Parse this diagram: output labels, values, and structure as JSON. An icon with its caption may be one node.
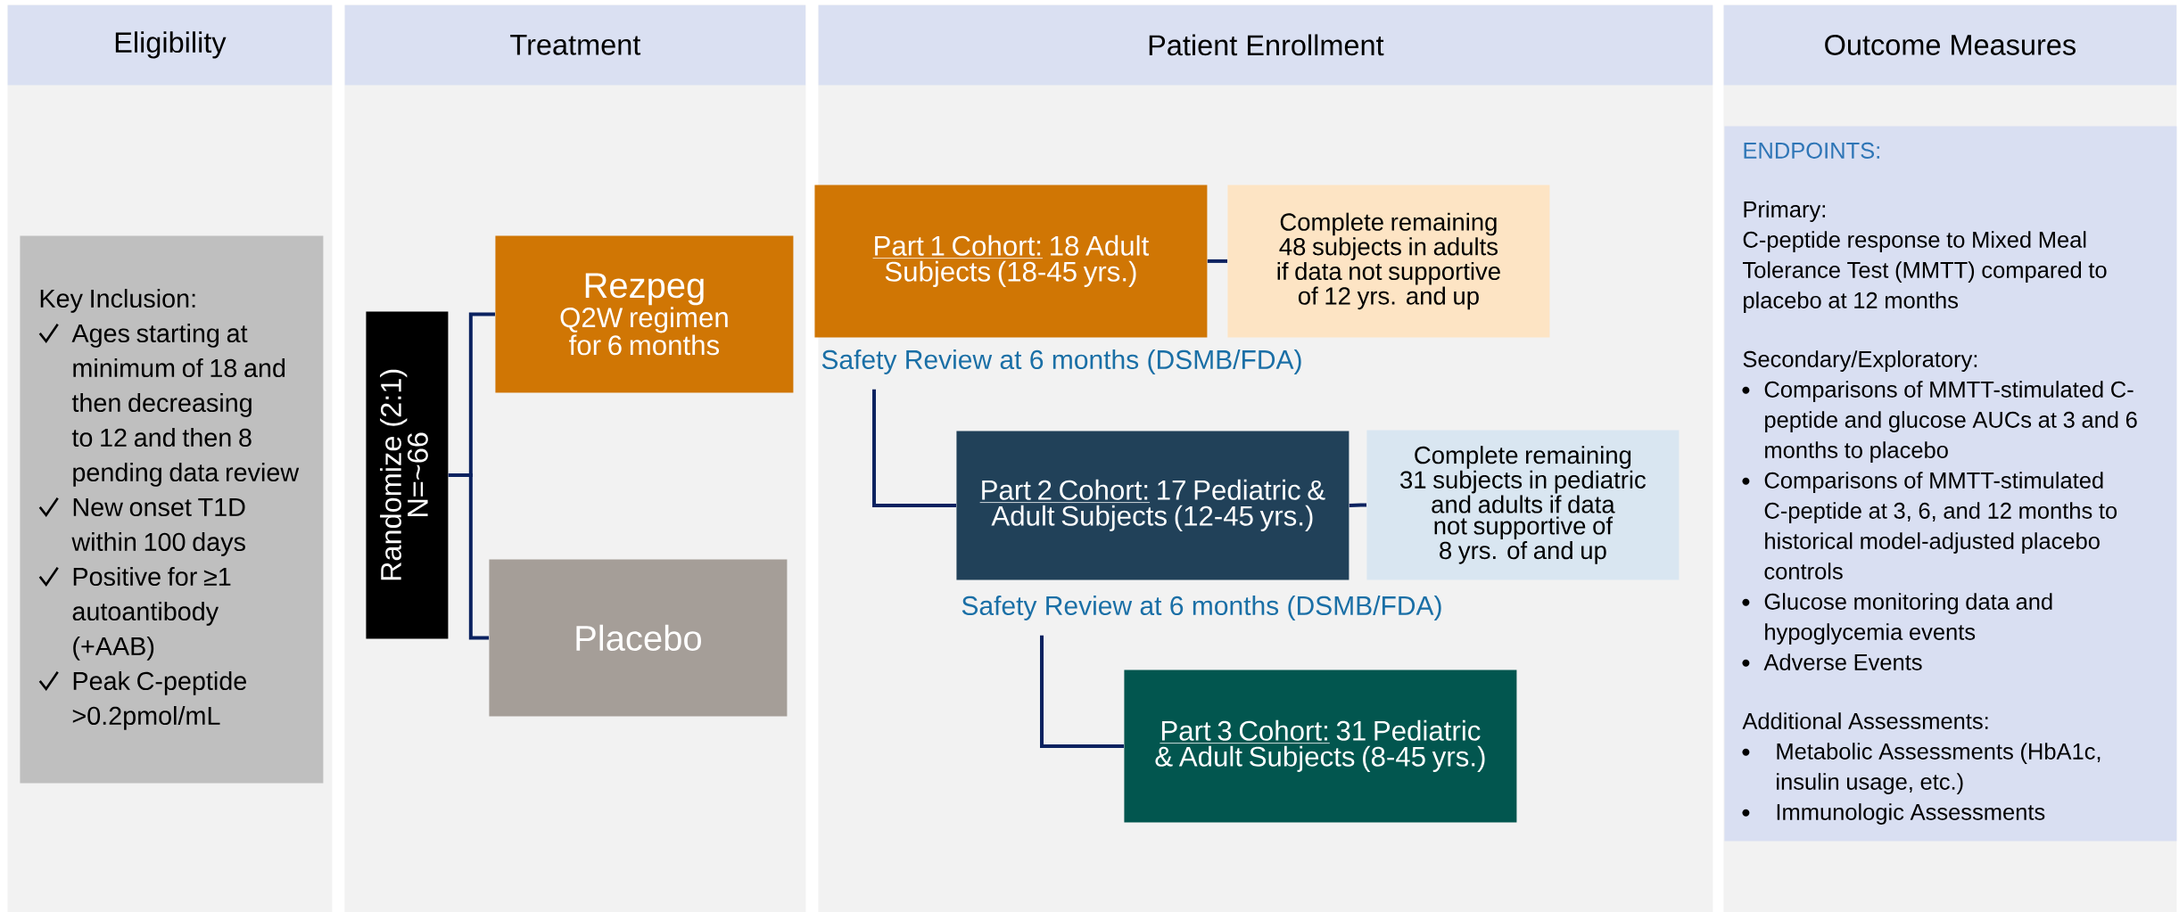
{
  "diagram": {
    "nodes": [
      {
        "text": [
          "Eligibility"
        ]
      },
      {
        "text": [
          "Key Inclusion:",
          "Ages starting at minimum of 18 and then decreasing to 12 and then 8 pending data review",
          "New onset T1D within 100 days",
          "Positive for ≥1 autoantibody (+AAB)",
          "Peak C-peptide >0.2pmol/mL"
        ],
        "in": 0
      },
      {
        "text": [
          "Treatment"
        ]
      },
      {
        "text": [
          "Randomize (2:1)",
          "N=~66"
        ],
        "in": 2
      },
      {
        "text": [
          "Rezpeg",
          "Q2W regimen for 6 months"
        ],
        "in": 2
      },
      {
        "text": [
          "Placebo"
        ],
        "in": 2
      },
      {
        "text": [
          "Patient Enrollment"
        ]
      },
      {
        "text": [
          "Part 1 Cohort:",
          "18 Adult Subjects (18-45 yrs.)"
        ],
        "in": 6,
        "beside": [
          "Safety Review at 6 months (DSMB/FDA)"
        ]
      },
      {
        "text": [
          "Complete remaining 48 subjects in adults if data not supportive of 12 yrs. and up"
        ],
        "in": 6
      },
      {
        "text": [
          "Part 2 Cohort:",
          "17 Pediatric & Adult Subjects (12-45 yrs.)"
        ],
        "in": 6,
        "beside": [
          "Safety Review at 6 months (DSMB/FDA)"
        ]
      },
      {
        "text": [
          "Complete remaining 31 subjects in pediatric and adults if data not supportive of 8 yrs. of and up"
        ],
        "in": 6
      },
      {
        "text": [
          "Part 3 Cohort:",
          "31 Pediatric & Adult Subjects (8-45 yrs.)"
        ],
        "in": 6
      },
      {
        "text": [
          "Outcome Measures"
        ]
      },
      {
        "text": [
          "ENDPOINTS:",
          "Primary:",
          "C-peptide response to Mixed Meal Tolerance Test (MMTT) compared to placebo at 12 months",
          "Secondary/Exploratory:",
          "Comparisons of MMTT-stimulated C-peptide and glucose AUCs at 3 and 6 months to placebo",
          "Comparisons of MMTT-stimulated C-peptide at 3, 6, and 12 months to historical model-adjusted placebo controls",
          "Glucose monitoring data and hypoglycemia events",
          "Adverse Events",
          "Additional Assessments:",
          "Metabolic Assessments (HbA1c, insulin usage, etc.)",
          "Immunologic Assessments"
        ],
        "in": 12
      }
    ],
    "edges": [
      {
        "from": 3,
        "to": 4,
        "arrow": "none"
      },
      {
        "from": 3,
        "to": 5,
        "arrow": "none"
      },
      {
        "from": 7,
        "to": 8,
        "arrow": "none"
      },
      {
        "from": 7,
        "to": 9,
        "arrow": "none"
      },
      {
        "from": 9,
        "to": 10,
        "arrow": "none"
      },
      {
        "from": 9,
        "to": 11,
        "arrow": "none"
      }
    ]
  }
}
